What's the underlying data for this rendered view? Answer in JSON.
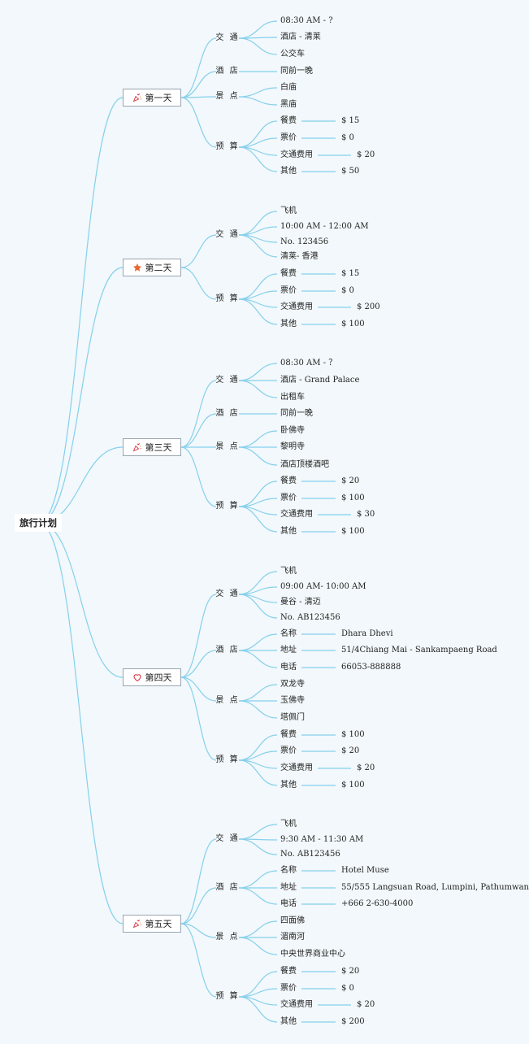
{
  "root": "旅行计划",
  "days": [
    {
      "title": "第一天",
      "icon": "party-popper-icon",
      "groups": [
        {
          "label": "交 通",
          "items": [
            {
              "text": "08:30 AM - ?"
            },
            {
              "text": "酒店 - 清莱"
            },
            {
              "text": "公交车"
            }
          ]
        },
        {
          "label": "酒 店",
          "items": [
            {
              "text": "同前一晚"
            }
          ]
        },
        {
          "label": "景 点",
          "items": [
            {
              "text": "白庙"
            },
            {
              "text": "黑庙"
            }
          ]
        },
        {
          "label": "预 算",
          "items": [
            {
              "text": "餐费",
              "value": "$ 15"
            },
            {
              "text": "票价",
              "value": "$ 0"
            },
            {
              "text": "交通费用",
              "value": "$ 20"
            },
            {
              "text": "其他",
              "value": "$ 50"
            }
          ]
        }
      ]
    },
    {
      "title": "第二天",
      "icon": "star-icon",
      "groups": [
        {
          "label": "交 通",
          "items": [
            {
              "text": "飞机"
            },
            {
              "text": "10:00 AM - 12:00 AM"
            },
            {
              "text": "No. 123456"
            },
            {
              "text": "清莱- 香港"
            }
          ]
        },
        {
          "label": "预 算",
          "items": [
            {
              "text": "餐费",
              "value": "$ 15"
            },
            {
              "text": "票价",
              "value": "$ 0"
            },
            {
              "text": "交通费用",
              "value": "$ 200"
            },
            {
              "text": "其他",
              "value": "$ 100"
            }
          ]
        }
      ]
    },
    {
      "title": "第三天",
      "icon": "party-popper-icon",
      "groups": [
        {
          "label": "交 通",
          "items": [
            {
              "text": "08:30 AM - ？"
            },
            {
              "text": "酒店 - Grand Palace"
            },
            {
              "text": "出租车"
            }
          ]
        },
        {
          "label": "酒 店",
          "items": [
            {
              "text": "同前一晚"
            }
          ]
        },
        {
          "label": "景 点",
          "items": [
            {
              "text": "卧佛寺"
            },
            {
              "text": "黎明寺"
            },
            {
              "text": "酒店顶楼酒吧"
            }
          ]
        },
        {
          "label": "预 算",
          "items": [
            {
              "text": "餐费",
              "value": "$ 20"
            },
            {
              "text": "票价",
              "value": "$ 100"
            },
            {
              "text": "交通费用",
              "value": "$ 30"
            },
            {
              "text": "其他",
              "value": "$ 100"
            }
          ]
        }
      ]
    },
    {
      "title": "第四天",
      "icon": "heart-icon",
      "groups": [
        {
          "label": "交 通",
          "items": [
            {
              "text": "飞机"
            },
            {
              "text": "09:00 AM- 10:00 AM"
            },
            {
              "text": "曼谷 - 清迈"
            },
            {
              "text": "No. AB123456"
            }
          ]
        },
        {
          "label": "酒 店",
          "items": [
            {
              "text": "名称",
              "value": "Dhara Dhevi"
            },
            {
              "text": "地址",
              "value": "51/4Chiang Mai - Sankampaeng Road"
            },
            {
              "text": "电话",
              "value": "66053-888888"
            }
          ]
        },
        {
          "label": "景 点",
          "items": [
            {
              "text": "双龙寺"
            },
            {
              "text": "玉佛寺"
            },
            {
              "text": "塔佩门"
            }
          ]
        },
        {
          "label": "预 算",
          "items": [
            {
              "text": "餐费",
              "value": "$ 100"
            },
            {
              "text": "票价",
              "value": "$ 20"
            },
            {
              "text": "交通费用",
              "value": "$ 20"
            },
            {
              "text": "其他",
              "value": "$ 100"
            }
          ]
        }
      ]
    },
    {
      "title": "第五天",
      "icon": "party-popper-icon",
      "groups": [
        {
          "label": "交 通",
          "items": [
            {
              "text": "飞机"
            },
            {
              "text": "9:30 AM - 11:30 AM"
            },
            {
              "text": "No. AB123456"
            }
          ]
        },
        {
          "label": "酒 店",
          "items": [
            {
              "text": "名称",
              "value": "Hotel Muse"
            },
            {
              "text": "地址",
              "value": "55/555 Langsuan Road, Lumpini, Pathumwan"
            },
            {
              "text": "电话",
              "value": "+666 2-630-4000"
            }
          ]
        },
        {
          "label": "景 点",
          "items": [
            {
              "text": "四面佛"
            },
            {
              "text": "湄南河"
            },
            {
              "text": "中央世界商业中心"
            }
          ]
        },
        {
          "label": "预 算",
          "items": [
            {
              "text": "餐费",
              "value": "$ 20"
            },
            {
              "text": "票价",
              "value": "$ 0"
            },
            {
              "text": "交通费用",
              "value": "$ 20"
            },
            {
              "text": "其他",
              "value": "$ 200"
            }
          ]
        }
      ]
    }
  ],
  "colors": {
    "line": "#86d0ec",
    "box_border": "#9aa6b2",
    "background": "#f2f8fb",
    "star": "#e8672e",
    "heart": "#d9303e",
    "popper": "#d9303e"
  }
}
